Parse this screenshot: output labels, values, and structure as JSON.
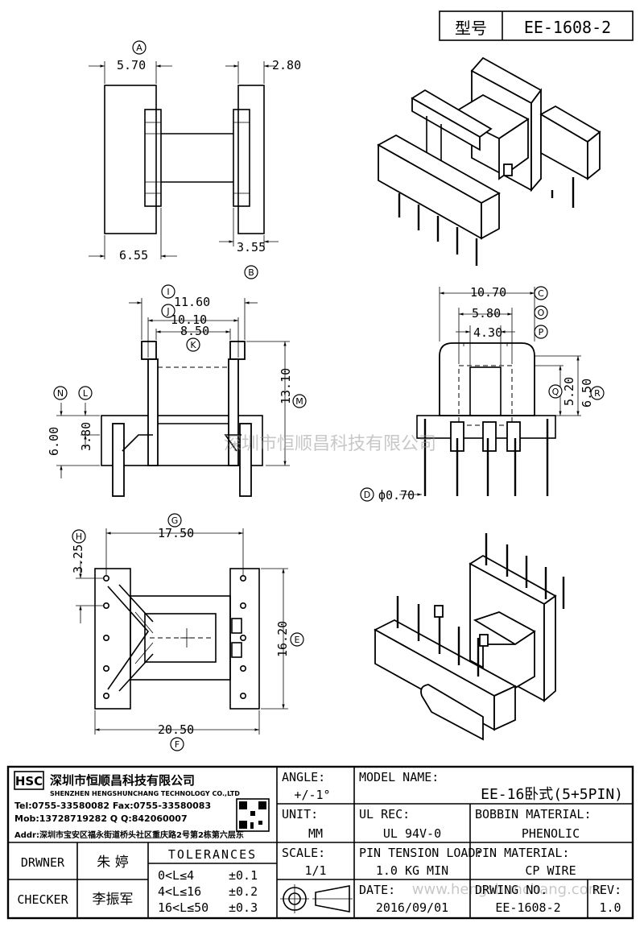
{
  "header": {
    "type_label": "型号",
    "model": "EE-1608-2"
  },
  "views": {
    "top_view": {
      "markers": {
        "A": "A",
        "B": "B"
      },
      "dims": {
        "a": "5.70",
        "b": "2.80",
        "c": "6.55",
        "d": "3.55"
      }
    },
    "front_view": {
      "markers": {
        "I": "I",
        "J": "J",
        "K": "K",
        "M": "M",
        "N": "N",
        "L": "L"
      },
      "dims": {
        "i": "11.60",
        "j": "10.10",
        "k": "8.50",
        "m": "13.10",
        "n": "6.00",
        "l": "3.80"
      }
    },
    "side_view": {
      "markers": {
        "C": "C",
        "O": "O",
        "P": "P",
        "Q": "Q",
        "R": "R",
        "D": "D"
      },
      "dims": {
        "c": "10.70",
        "o": "5.80",
        "p": "4.30",
        "q": "5.20",
        "r": "6.50",
        "d": "ф0.70"
      }
    },
    "bottom_view": {
      "markers": {
        "G": "G",
        "H": "H",
        "E": "E",
        "F": "F"
      },
      "dims": {
        "g": "17.50",
        "h": "3.25",
        "e": "16.20",
        "f": "20.50"
      }
    }
  },
  "watermark": {
    "text": "深圳市恒顺昌科技有限公司",
    "url": "www.hengshunchang.com"
  },
  "titleblock": {
    "company": {
      "name_cn": "深圳市恒顺昌科技有限公司",
      "name_en": "SHENZHEN HENGSHUNCHANG TECHNOLOGY CO.,LTD",
      "tel_fax": "Tel:0755-33580082 Fax:0755-33580083",
      "mob_qq": "Mob:13728719282     Q Q:842060007",
      "addr": "Addr:深圳市宝安区福永街道桥头社区重庆路2号第2栋第六层东"
    },
    "drawer_label": "DRWNER",
    "drawer_name": "朱 婷",
    "checker_label": "CHECKER",
    "checker_name": "李振军",
    "tolerances": {
      "title": "TOLERANCES",
      "rows": [
        {
          "range": "0<L≤4",
          "value": "±0.1"
        },
        {
          "range": "4<L≤16",
          "value": "±0.2"
        },
        {
          "range": "16<L≤50",
          "value": "±0.3"
        }
      ]
    },
    "angle": {
      "label": "ANGLE:",
      "value": "+/-1°"
    },
    "unit": {
      "label": "UNIT:",
      "value": "MM"
    },
    "scale": {
      "label": "SCALE:",
      "value": "1/1"
    },
    "model_name": {
      "label": "MODEL NAME:",
      "value": "EE-16卧式(5+5PIN)"
    },
    "ul_rec": {
      "label": "UL REC:",
      "value": "UL 94V-0"
    },
    "bobbin_material": {
      "label": "BOBBIN MATERIAL:",
      "value": "PHENOLIC"
    },
    "pin_tension": {
      "label": "PIN TENSION LOAD:",
      "value": "1.0 KG MIN"
    },
    "pin_material": {
      "label": "PIN MATERIAL:",
      "value": "CP WIRE"
    },
    "date": {
      "label": "DATE:",
      "value": "2016/09/01"
    },
    "drawing_no": {
      "label": "DRWING NO.",
      "value": "EE-1608-2"
    },
    "rev": {
      "label": "REV:",
      "value": "1.0"
    }
  }
}
